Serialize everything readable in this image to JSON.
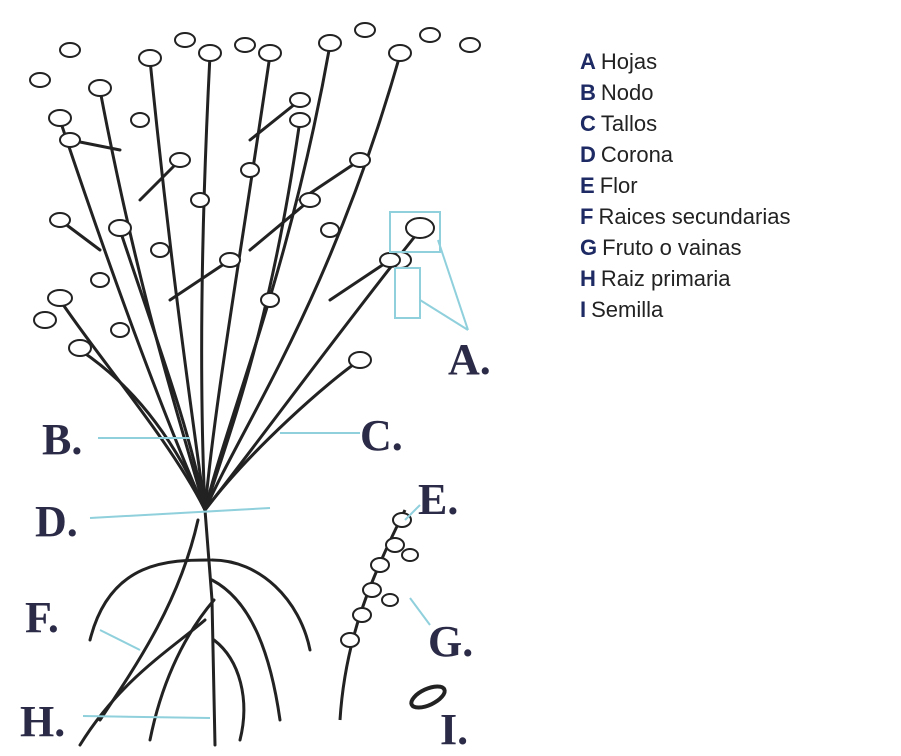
{
  "colors": {
    "ink": "#222222",
    "leader_line": "#8fd0dc",
    "callout_text": "#2b2b48",
    "legend_key": "#1d2a63"
  },
  "callouts": {
    "A": "A.",
    "B": "B.",
    "C": "C.",
    "D": "D.",
    "E": "E.",
    "F": "F.",
    "G": "G.",
    "H": "H.",
    "I": "I."
  },
  "legend": [
    {
      "key": "A",
      "label": "Hojas"
    },
    {
      "key": "B",
      "label": "Nodo"
    },
    {
      "key": "C",
      "label": "Tallos"
    },
    {
      "key": "D",
      "label": "Corona"
    },
    {
      "key": "E",
      "label": "Flor"
    },
    {
      "key": "F",
      "label": "Raices secundarias"
    },
    {
      "key": "G",
      "label": "Fruto o vainas"
    },
    {
      "key": "H",
      "label": "Raiz primaria"
    },
    {
      "key": "I",
      "label": "Semilla"
    }
  ]
}
